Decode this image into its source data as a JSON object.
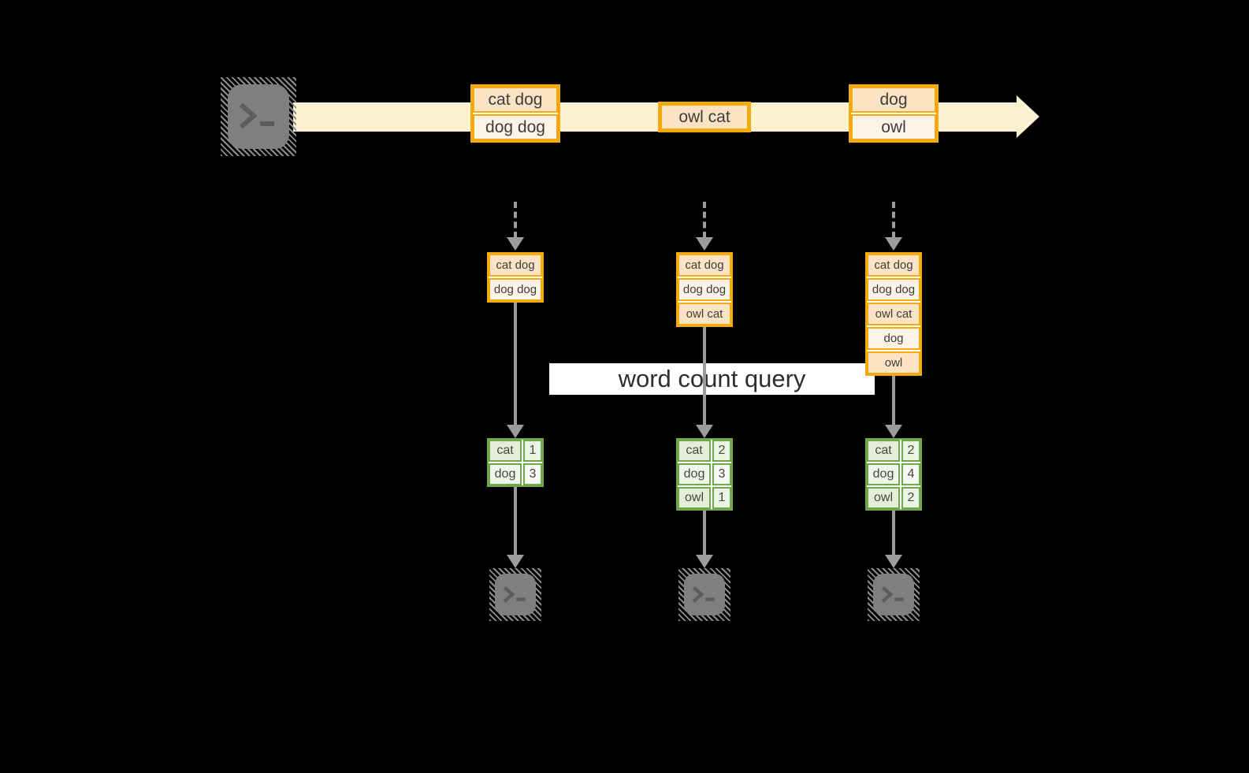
{
  "diagram": {
    "query": {
      "label": "word count query"
    },
    "stream": {
      "batches": [
        {
          "rows": [
            "cat dog",
            "dog dog"
          ]
        },
        {
          "rows": [
            "owl cat"
          ]
        },
        {
          "rows": [
            "dog",
            "owl"
          ]
        }
      ]
    },
    "columns": [
      {
        "log_rows": [
          "cat dog",
          "dog dog"
        ],
        "counts": [
          {
            "word": "cat",
            "count": "1"
          },
          {
            "word": "dog",
            "count": "3"
          }
        ]
      },
      {
        "log_rows": [
          "cat dog",
          "dog dog",
          "owl cat"
        ],
        "counts": [
          {
            "word": "cat",
            "count": "2"
          },
          {
            "word": "dog",
            "count": "3"
          },
          {
            "word": "owl",
            "count": "1"
          }
        ]
      },
      {
        "log_rows": [
          "cat dog",
          "dog dog",
          "owl cat",
          "dog",
          "owl"
        ],
        "counts": [
          {
            "word": "cat",
            "count": "2"
          },
          {
            "word": "dog",
            "count": "4"
          },
          {
            "word": "owl",
            "count": "2"
          }
        ]
      }
    ],
    "icons": {
      "source": "terminal-icon",
      "sink": "terminal-icon",
      "prompt_glyph": ">_"
    },
    "colors": {
      "background": "#000000",
      "stream_band": "#fdf2cf",
      "box_border": "#f2aa0d",
      "box_fill_dark": "#fbe3c3",
      "box_fill_light": "#fdf3e7",
      "count_border": "#6fa84c",
      "count_fill_dark": "#e3edd8",
      "count_fill_light": "#f0f5ea",
      "arrow": "#9c9c9c",
      "query_bg": "#ffffff",
      "text": "#3d3d3d",
      "terminal_gray": "#7f7f7f"
    }
  }
}
